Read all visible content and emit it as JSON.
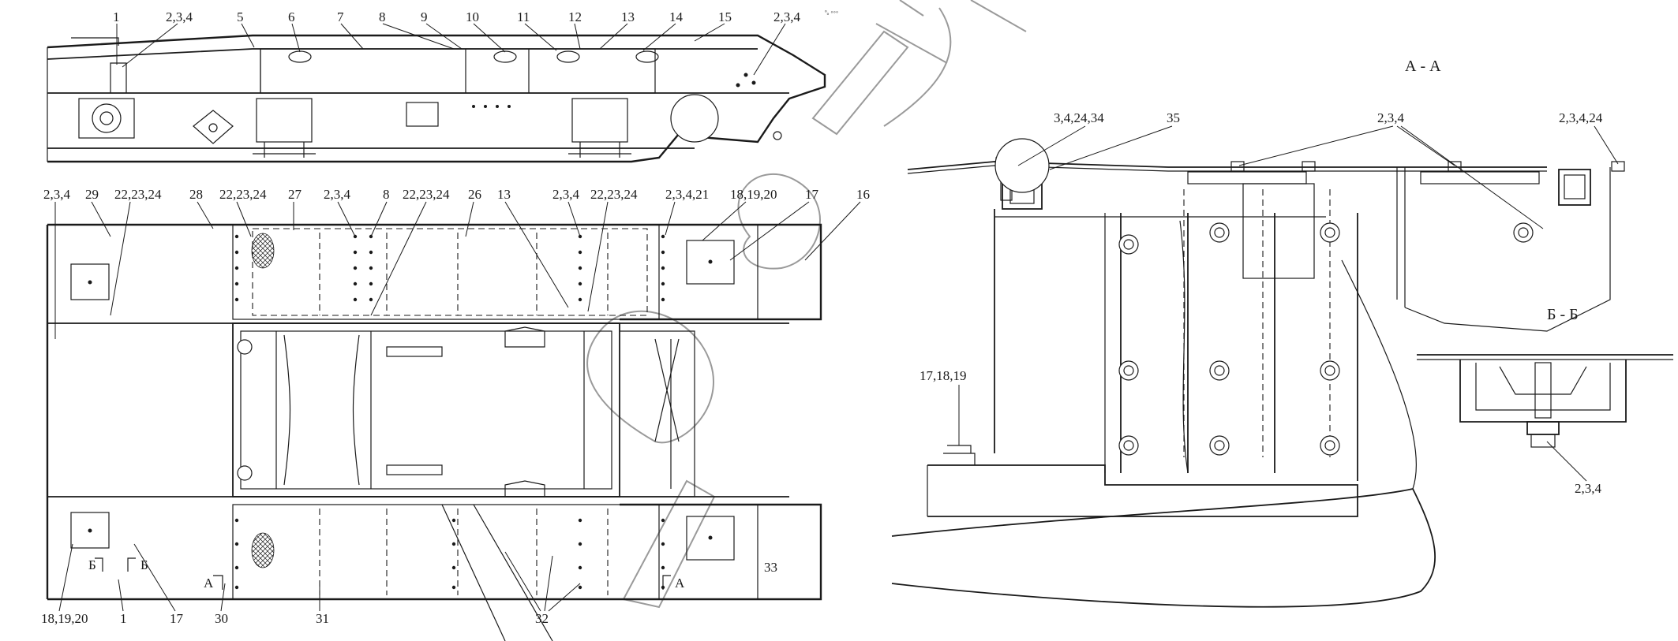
{
  "top_view": {
    "callouts": [
      "1",
      "2,3,4",
      "5",
      "6",
      "7",
      "8",
      "9",
      "10",
      "11",
      "12",
      "13",
      "14",
      "15",
      "2,3,4"
    ]
  },
  "plan_view": {
    "callouts_top": [
      "2,3,4",
      "29",
      "22,23,24",
      "28",
      "22,23,24",
      "27",
      "2,3,4",
      "8",
      "22,23,24",
      "26",
      "13",
      "2,3,4",
      "22,23,24",
      "2,3,4,21",
      "18,19,20",
      "17",
      "16"
    ],
    "callouts_bottom": [
      "18,19,20",
      "1",
      "17",
      "30",
      "31",
      "32",
      "33"
    ],
    "section_marks": [
      "Б",
      "Б",
      "А",
      "А"
    ]
  },
  "section_aa": {
    "title": "А - А",
    "callouts": [
      "3,4,24,34",
      "35",
      "2,3,4",
      "2,3,4,24",
      "17,18,19"
    ]
  },
  "section_bb": {
    "title": "Б - Б",
    "callouts": [
      "2,3,4"
    ]
  }
}
